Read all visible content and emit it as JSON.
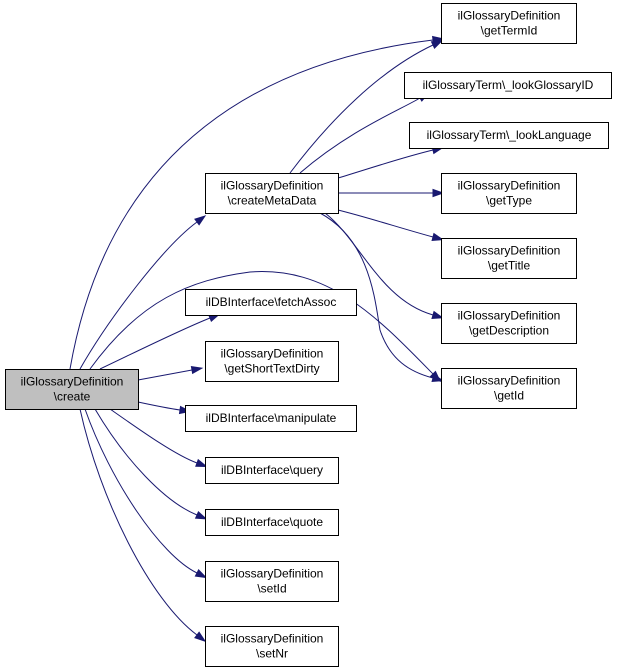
{
  "graph": {
    "nodes": [
      {
        "id": "root",
        "lines": [
          "ilGlossaryDefinition",
          "\\create"
        ],
        "root": true
      },
      {
        "id": "createMetaData",
        "lines": [
          "ilGlossaryDefinition",
          "\\createMetaData"
        ]
      },
      {
        "id": "fetchAssoc",
        "lines": [
          "ilDBInterface\\fetchAssoc"
        ]
      },
      {
        "id": "getShortTextDirty",
        "lines": [
          "ilGlossaryDefinition",
          "\\getShortTextDirty"
        ]
      },
      {
        "id": "manipulate",
        "lines": [
          "ilDBInterface\\manipulate"
        ]
      },
      {
        "id": "query",
        "lines": [
          "ilDBInterface\\query"
        ]
      },
      {
        "id": "quote",
        "lines": [
          "ilDBInterface\\quote"
        ]
      },
      {
        "id": "setId",
        "lines": [
          "ilGlossaryDefinition",
          "\\setId"
        ]
      },
      {
        "id": "setNr",
        "lines": [
          "ilGlossaryDefinition",
          "\\setNr"
        ]
      },
      {
        "id": "getTermId",
        "lines": [
          "ilGlossaryDefinition",
          "\\getTermId"
        ]
      },
      {
        "id": "lookGlossaryID",
        "lines": [
          "ilGlossaryTerm\\_lookGlossaryID"
        ]
      },
      {
        "id": "lookLanguage",
        "lines": [
          "ilGlossaryTerm\\_lookLanguage"
        ]
      },
      {
        "id": "getType",
        "lines": [
          "ilGlossaryDefinition",
          "\\getType"
        ]
      },
      {
        "id": "getTitle",
        "lines": [
          "ilGlossaryDefinition",
          "\\getTitle"
        ]
      },
      {
        "id": "getDescription",
        "lines": [
          "ilGlossaryDefinition",
          "\\getDescription"
        ]
      },
      {
        "id": "getId",
        "lines": [
          "ilGlossaryDefinition",
          "\\getId"
        ]
      }
    ],
    "edges": [
      {
        "from": "root",
        "to": "createMetaData"
      },
      {
        "from": "root",
        "to": "fetchAssoc"
      },
      {
        "from": "root",
        "to": "getShortTextDirty"
      },
      {
        "from": "root",
        "to": "manipulate"
      },
      {
        "from": "root",
        "to": "query"
      },
      {
        "from": "root",
        "to": "quote"
      },
      {
        "from": "root",
        "to": "setId"
      },
      {
        "from": "root",
        "to": "setNr"
      },
      {
        "from": "root",
        "to": "getTermId"
      },
      {
        "from": "root",
        "to": "getId"
      },
      {
        "from": "createMetaData",
        "to": "getTermId"
      },
      {
        "from": "createMetaData",
        "to": "lookGlossaryID"
      },
      {
        "from": "createMetaData",
        "to": "lookLanguage"
      },
      {
        "from": "createMetaData",
        "to": "getType"
      },
      {
        "from": "createMetaData",
        "to": "getTitle"
      },
      {
        "from": "createMetaData",
        "to": "getDescription"
      },
      {
        "from": "createMetaData",
        "to": "getId"
      }
    ],
    "colors": {
      "edge": "#191970",
      "root_fill": "#bfbfbf",
      "node_fill": "#ffffff",
      "border": "#000000"
    }
  }
}
